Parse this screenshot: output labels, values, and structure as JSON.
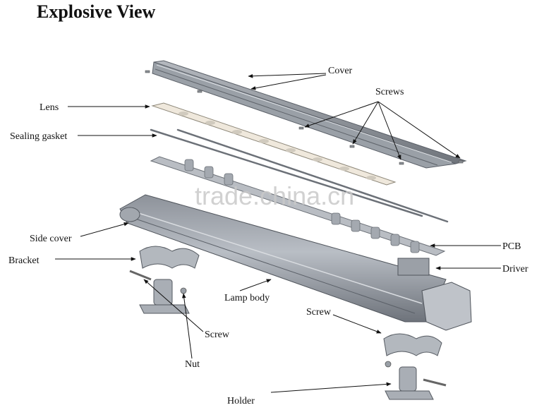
{
  "title": "Explosive View",
  "watermark": "trade.china.cn",
  "labels": {
    "cover": "Cover",
    "screws": "Screws",
    "lens": "Lens",
    "sealing_gasket": "Sealing gasket",
    "side_cover": "Side cover",
    "bracket": "Bracket",
    "pcb": "PCB",
    "driver": "Driver",
    "lamp_body": "Lamp body",
    "screw_right": "Screw",
    "screw_left": "Screw",
    "nut": "Nut",
    "holder": "Holder"
  }
}
